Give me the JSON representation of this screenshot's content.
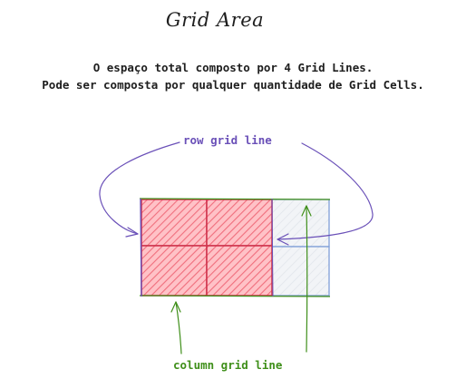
{
  "title": "Grid Area",
  "description": [
    "O espaço total composto por 4 Grid Lines.",
    "Pode ser composta por qualquer quantidade de Grid Cells."
  ],
  "labels": {
    "row_grid_line": "row grid line",
    "column_grid_line": "column grid line"
  },
  "colors": {
    "area_fill": "#ff8b94",
    "area_border": "#d03850",
    "empty_cell_fill": "#eef1f4",
    "row_line": "#6a50b8",
    "column_line": "#3f8f1a",
    "grid_cell_border": "#7f9fd8"
  }
}
